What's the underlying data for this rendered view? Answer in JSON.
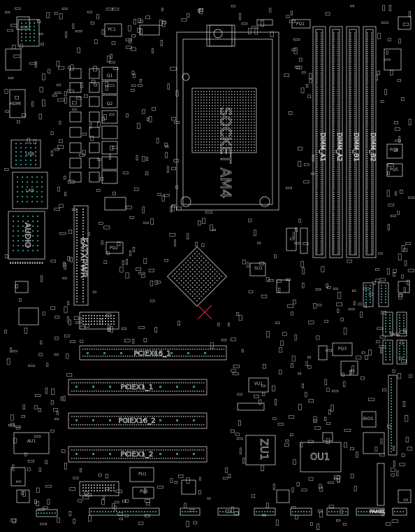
{
  "labels": {
    "socket": "SOCKET AM4",
    "dimm_a1": "DIMM_A1",
    "dimm_a2": "DIMM_A2",
    "dimm_b1": "DIMM_B1",
    "dimm_b2": "DIMM_B2",
    "atx_power": "EATXPWR",
    "audio": "AUDIO",
    "pcie_x16_1": "PCIEX16_1",
    "pcie_x1_1": "PCIEX1_1",
    "pcie_x16_2": "PCIEX16_2",
    "pcie_x1_2": "PCIEX1_2",
    "zu1": "ZU1",
    "ou1": "OU1",
    "panel": "PANEL",
    "au1": "AU1",
    "vu1": "VU1",
    "pu1": "PU1",
    "pq1": "PQ1",
    "pq2": "PQ2",
    "pq3": "PQ3",
    "pq4": "PQ4",
    "pq5": "PQ5",
    "pu2": "PU2",
    "su1": "SU1",
    "q1": "Q1",
    "q2": "Q2",
    "usb": "USB",
    "hdmi": "HDMI",
    "lan": "LAN",
    "sata": "SATA",
    "bios": "BIOS",
    "pc1": "PC1"
  },
  "colors": {
    "background": "#000000",
    "outline": "#e6e6e6",
    "pad": "#9a9a9a",
    "pad_accent": "#2e8f86",
    "marker": "#d0304a"
  }
}
